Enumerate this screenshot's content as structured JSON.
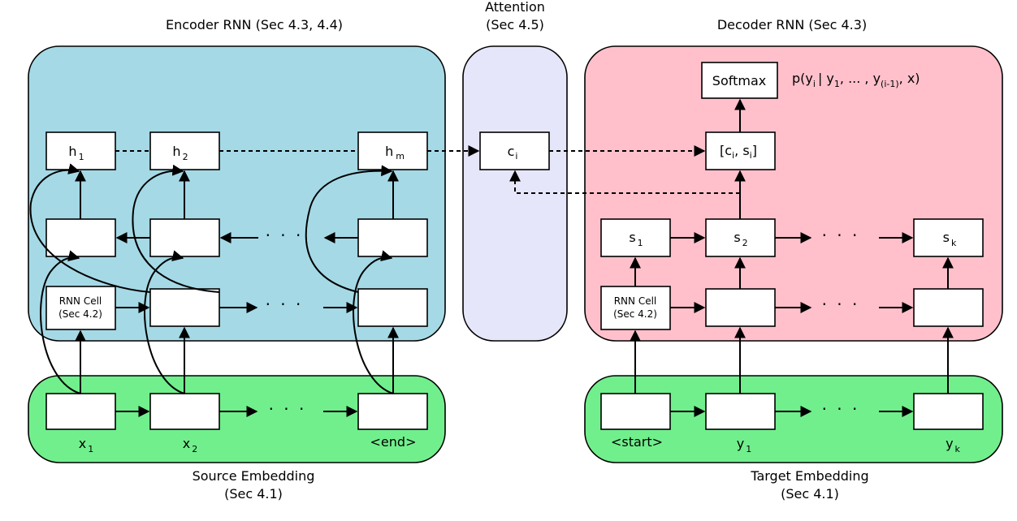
{
  "titles": {
    "encoder": "Encoder RNN (Sec 4.3, 4.4)",
    "attention_line1": "Attention",
    "attention_line2": "(Sec 4.5)",
    "decoder": "Decoder RNN (Sec 4.3)",
    "source_line1": "Source Embedding",
    "source_line2": "(Sec 4.1)",
    "target_line1": "Target Embedding",
    "target_line2": "(Sec 4.1)"
  },
  "colors": {
    "encoder_fill": "#a5d9e6",
    "attention_fill": "#e6e6fa",
    "decoder_fill": "#ffc0cb",
    "embedding_fill": "#71ef8d"
  },
  "encoder": {
    "hidden": [
      {
        "base": "h",
        "sub": "1"
      },
      {
        "base": "h",
        "sub": "2"
      },
      {
        "base": "h",
        "sub": "m"
      }
    ],
    "rnn_cell_line1": "RNN Cell",
    "rnn_cell_line2": "(Sec 4.2)"
  },
  "attention": {
    "context_base": "c",
    "context_sub": "i"
  },
  "decoder": {
    "softmax": "Softmax",
    "concat": {
      "open": "[c",
      "sub1": "i",
      "mid": ", s",
      "sub2": "i",
      "close": "]"
    },
    "states": [
      {
        "base": "s",
        "sub": "1"
      },
      {
        "base": "s",
        "sub": "2"
      },
      {
        "base": "s",
        "sub": "k"
      }
    ],
    "rnn_cell_line1": "RNN Cell",
    "rnn_cell_line2": "(Sec 4.2)",
    "prob": {
      "p1": "p(y",
      "s1": "i",
      "p2": "| y",
      "s2": "1",
      "p3": ", ... , y",
      "s3": "(i-1)",
      "p4": ", x)"
    }
  },
  "source_tokens": [
    {
      "base": "x",
      "sub": "1"
    },
    {
      "base": "x",
      "sub": "2"
    },
    {
      "base": "<end>",
      "sub": ""
    }
  ],
  "target_tokens": [
    {
      "base": "<start>",
      "sub": ""
    },
    {
      "base": "y",
      "sub": "1"
    },
    {
      "base": "y",
      "sub": "k"
    }
  ],
  "ellipsis": "· · ·"
}
